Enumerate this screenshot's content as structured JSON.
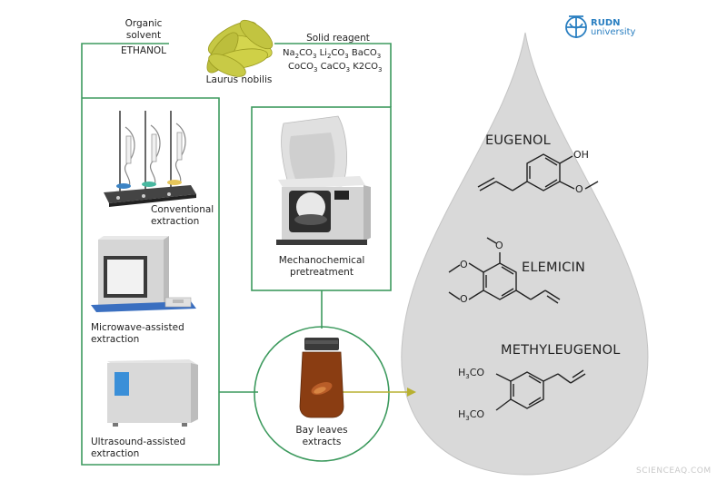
{
  "solvent": {
    "title": "Organic\nsolvent",
    "value": "ETHANOL"
  },
  "plant": {
    "name": "Laurus nobilis"
  },
  "solid_reagent": {
    "title": "Solid reagent",
    "line1": [
      {
        "t": "Na"
      },
      {
        "s": "2"
      },
      {
        "t": "CO"
      },
      {
        "s": "3"
      },
      {
        "t": " Li"
      },
      {
        "s": "2"
      },
      {
        "t": "CO"
      },
      {
        "s": "3"
      },
      {
        "t": " BaCO"
      },
      {
        "s": "3"
      }
    ],
    "line2": [
      {
        "t": "CoCO"
      },
      {
        "s": "3"
      },
      {
        "t": " CaCO"
      },
      {
        "s": "3"
      },
      {
        "t": " K2CO"
      },
      {
        "s": "3"
      }
    ]
  },
  "methods": {
    "conventional": "Conventional\nextraction",
    "microwave": "Microwave-assisted\nextraction",
    "ultrasound": "Ultrasound-assisted\nextraction",
    "mechanochemical": "Mechanochemical\npretreatment"
  },
  "product": {
    "label": "Bay leaves\nextracts"
  },
  "compounds": {
    "eugenol": {
      "name": "EUGENOL",
      "oh": "OH",
      "o": "O"
    },
    "elemicin": {
      "name": "ELEMICIN",
      "o": "O"
    },
    "methyleugenol": {
      "name": "METHYLEUGENOL",
      "h3co_1": [
        {
          "t": "H"
        },
        {
          "s": "3"
        },
        {
          "t": "CO"
        }
      ],
      "h3co_2": [
        {
          "t": "H"
        },
        {
          "s": "3"
        },
        {
          "t": "CO"
        }
      ]
    }
  },
  "logo": {
    "line1": "RUDN",
    "line2": "university"
  },
  "watermark": "SCIENCEAQ.COM",
  "colors": {
    "frame": "#3d9a5e",
    "drop": "#d9d9d9",
    "drop_edge": "#c4c4c4",
    "leaf": "#c6c844",
    "extract": "#8a3d12",
    "arrow": "#b8b030",
    "logo": "#2a7fc1"
  }
}
